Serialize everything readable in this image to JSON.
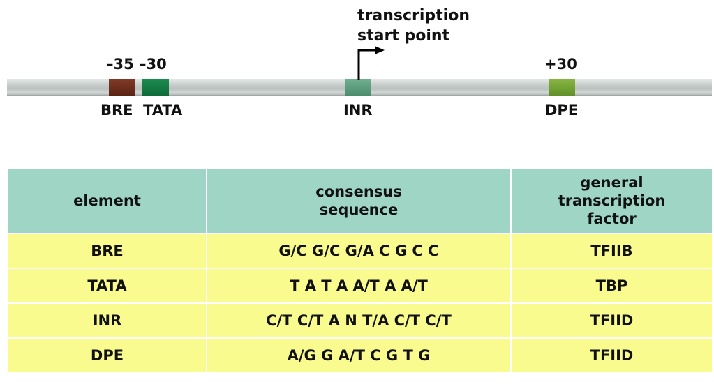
{
  "diagram": {
    "positions": {
      "bre_tata_left": "–35",
      "bre_tata_right": "–30",
      "dpe": "+30"
    },
    "element_labels": {
      "bre": "BRE",
      "tata": "TATA",
      "inr": "INR",
      "dpe": "DPE"
    },
    "start_point": {
      "line1": "transcription",
      "line2": "start point"
    },
    "colors": {
      "bre": "#6a2c1c",
      "tata": "#127a42",
      "inr": "#5c9e7e",
      "dpe": "#74a335",
      "strip": "#c2c9c7"
    }
  },
  "table": {
    "headers": {
      "element": [
        "element"
      ],
      "sequence": [
        "consensus",
        "sequence"
      ],
      "factor": [
        "general",
        "transcription",
        "factor"
      ]
    },
    "rows": [
      {
        "element": "BRE",
        "sequence": "G/C G/C G/A C G C C",
        "factor": "TFIIB"
      },
      {
        "element": "TATA",
        "sequence": "T A T A A/T A A/T",
        "factor": "TBP"
      },
      {
        "element": "INR",
        "sequence": "C/T C/T A N T/A C/T C/T",
        "factor": "TFIID"
      },
      {
        "element": "DPE",
        "sequence": "A/G G A/T C G T G",
        "factor": "TFIID"
      }
    ],
    "colors": {
      "header_bg": "#9fd5c4",
      "row_bg": "#fafb8e"
    }
  }
}
